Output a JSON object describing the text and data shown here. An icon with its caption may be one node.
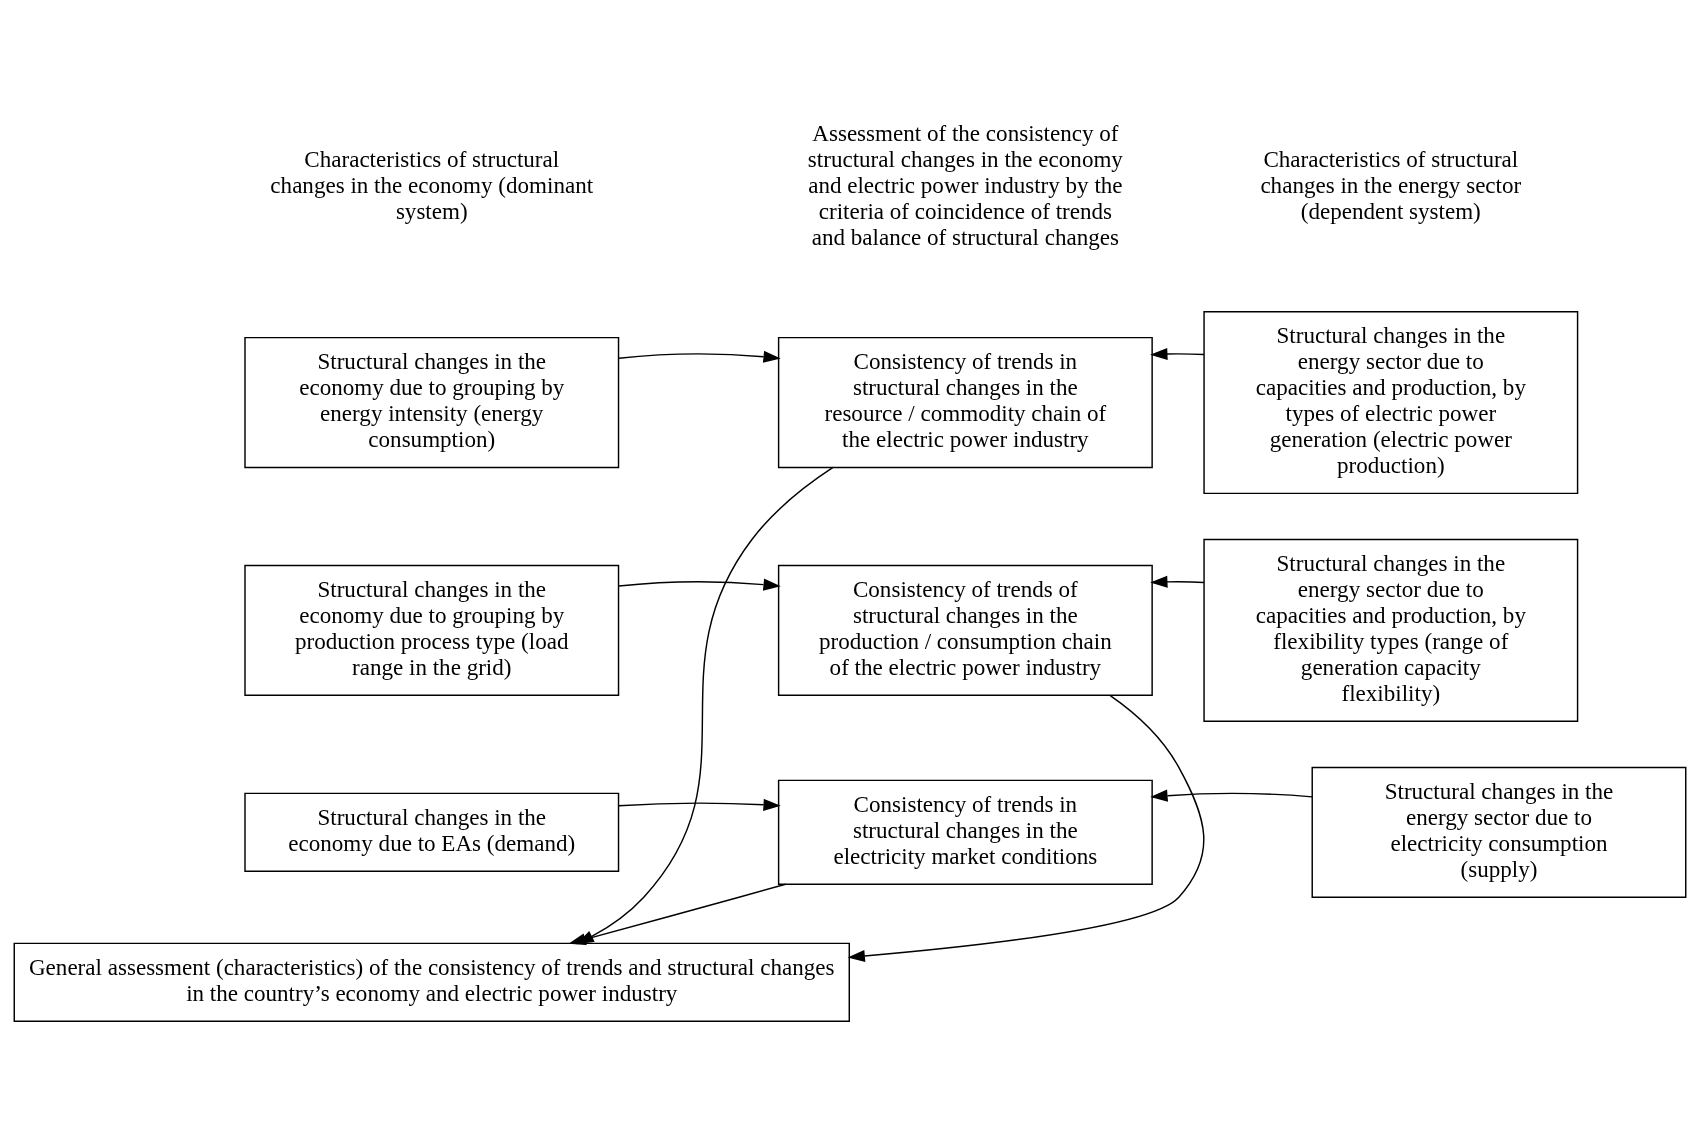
{
  "diagram": {
    "nodes": [
      {
        "text": [
          "Structural changes in the economy due to grouping by energy intensity (energy consumption)"
        ]
      },
      {
        "text": [
          "Consistency of trends in structural changes in the resource / commodity chain of the electric power industry"
        ]
      },
      {
        "text": [
          "Structural changes in the energy sector due to capacities and production, by types of electric power generation (electric power production)"
        ]
      },
      {
        "text": [
          "Structural changes in the economy due to grouping by production process type (load range in the grid)"
        ]
      },
      {
        "text": [
          "Consistency of trends of structural changes in the production / consumption chain of the electric power industry"
        ]
      },
      {
        "text": [
          "Structural changes in the energy sector due to capacities and production, by flexibility types (range of generation capacity flexibility)"
        ]
      },
      {
        "text": [
          "Structural changes in the economy due to EAs (demand)"
        ]
      },
      {
        "text": [
          "Consistency of trends in structural changes in the electricity market conditions"
        ]
      },
      {
        "text": [
          "Structural changes in the energy sector due to electricity consumption (supply)"
        ]
      },
      {
        "text": [
          "General assessment (characteristics) of the consistency of trends and structural changes in the country’s economy and electric power industry"
        ]
      }
    ],
    "edges": [
      {
        "from": 0,
        "to": 1,
        "arrow": "to"
      },
      {
        "from": 2,
        "to": 1,
        "arrow": "to"
      },
      {
        "from": 3,
        "to": 4,
        "arrow": "to"
      },
      {
        "from": 5,
        "to": 4,
        "arrow": "to"
      },
      {
        "from": 6,
        "to": 7,
        "arrow": "to"
      },
      {
        "from": 8,
        "to": 7,
        "arrow": "to"
      },
      {
        "from": 1,
        "to": 9,
        "arrow": "to"
      },
      {
        "from": 4,
        "to": 9,
        "arrow": "to"
      },
      {
        "from": 7,
        "to": 9,
        "arrow": "to"
      }
    ],
    "labels": [
      "Characteristics of structural changes in the economy (dominant system)",
      "Assessment of the consistency of structural changes in the economy and electric power industry by the criteria of coincidence of trends and balance of structural changes",
      "Characteristics of structural changes in the energy sector (dependent system)"
    ]
  }
}
